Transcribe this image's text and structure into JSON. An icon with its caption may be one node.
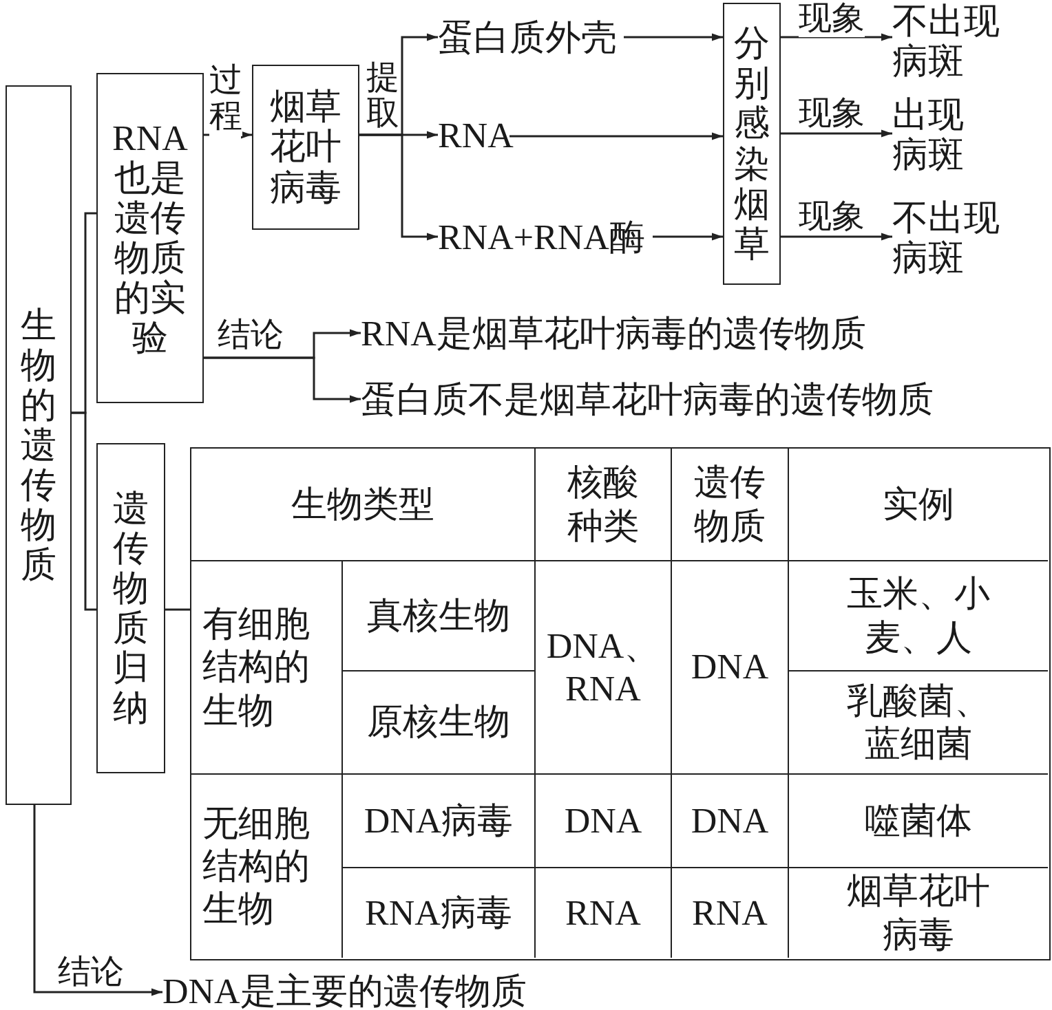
{
  "diagram": {
    "nodes": [
      {
        "text": [
          "生物的遗传物质"
        ]
      },
      {
        "text": [
          "RNA也是遗传物质的实验"
        ]
      },
      {
        "text": [
          "烟草花叶病毒"
        ]
      },
      {
        "text": [
          "蛋白质外壳"
        ]
      },
      {
        "text": [
          "RNA"
        ]
      },
      {
        "text": [
          "RNA+RNA酶"
        ]
      },
      {
        "text": [
          "分别感染烟草"
        ]
      },
      {
        "text": [
          "不出现病斑"
        ]
      },
      {
        "text": [
          "出现病斑"
        ]
      },
      {
        "text": [
          "不出现病斑"
        ]
      },
      {
        "text": [
          "RNA是烟草花叶病毒的遗传物质"
        ]
      },
      {
        "text": [
          "蛋白质不是烟草花叶病毒的遗传物质"
        ]
      },
      {
        "text": [
          "遗传物质归纳"
        ]
      },
      {
        "text": [],
        "shape": "box"
      },
      {
        "text": [
          "DNA是主要的遗传物质"
        ]
      }
    ],
    "edges": [
      {
        "from": 0,
        "to": 1,
        "arrow": "none"
      },
      {
        "from": 0,
        "to": 12,
        "arrow": "none"
      },
      {
        "from": 1,
        "to": 2,
        "arrow": "to",
        "label": "过程"
      },
      {
        "from": 2,
        "to": 3,
        "arrow": "to"
      },
      {
        "from": 2,
        "to": 4,
        "arrow": "to",
        "label": "提取"
      },
      {
        "from": 2,
        "to": 5,
        "arrow": "to"
      },
      {
        "from": 3,
        "to": 6,
        "arrow": "to"
      },
      {
        "from": 4,
        "to": 6,
        "arrow": "to"
      },
      {
        "from": 5,
        "to": 6,
        "arrow": "to"
      },
      {
        "from": 6,
        "to": 7,
        "arrow": "to",
        "label": "现象"
      },
      {
        "from": 6,
        "to": 8,
        "arrow": "to",
        "label": "现象"
      },
      {
        "from": 6,
        "to": 9,
        "arrow": "to",
        "label": "现象"
      },
      {
        "from": 1,
        "to": 10,
        "arrow": "to",
        "label": "结论"
      },
      {
        "from": 1,
        "to": 11,
        "arrow": "to"
      },
      {
        "from": 12,
        "to": 13,
        "arrow": "none"
      },
      {
        "from": 0,
        "to": 14,
        "arrow": "to",
        "label": "结论"
      }
    ],
    "labels": [
      "生物类型",
      "核酸种类",
      "遗传物质",
      "实例",
      "有细胞结构的生物",
      "真核生物",
      "DNA、RNA",
      "DNA",
      "玉米、小麦、人",
      "原核生物",
      "乳酸菌、蓝细菌",
      "无细胞结构的生物",
      "DNA病毒",
      "DNA",
      "DNA",
      "噬菌体",
      "RNA病毒",
      "RNA",
      "RNA",
      "烟草花叶病毒"
    ]
  }
}
